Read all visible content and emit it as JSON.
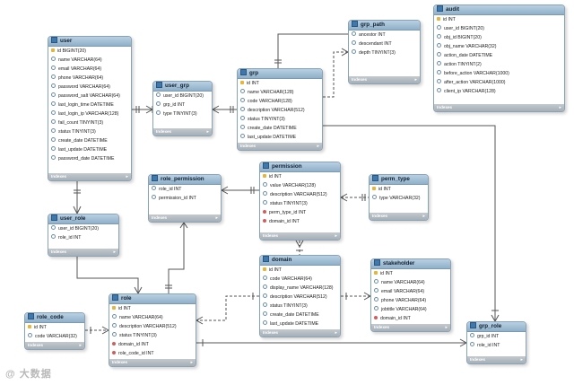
{
  "tables": {
    "user": {
      "name": "user",
      "columns": [
        {
          "k": "pk",
          "t": "id BIGINT(20)"
        },
        {
          "k": "nn",
          "t": "name VARCHAR(64)"
        },
        {
          "k": "nn",
          "t": "email VARCHAR(64)"
        },
        {
          "k": "nn",
          "t": "phone VARCHAR(64)"
        },
        {
          "k": "nn",
          "t": "password VARCHAR(64)"
        },
        {
          "k": "nn",
          "t": "password_salt VARCHAR(64)"
        },
        {
          "k": "nn",
          "t": "last_login_time DATETIME"
        },
        {
          "k": "nn",
          "t": "last_login_ip VARCHAR(128)"
        },
        {
          "k": "nn",
          "t": "fail_count TINYINT(3)"
        },
        {
          "k": "nn",
          "t": "status TINYINT(3)"
        },
        {
          "k": "nn",
          "t": "create_date DATETIME"
        },
        {
          "k": "nn",
          "t": "last_update DATETIME"
        },
        {
          "k": "nn",
          "t": "password_date DATETIME"
        }
      ],
      "footer": "Indexes"
    },
    "user_grp": {
      "name": "user_grp",
      "columns": [
        {
          "k": "nn",
          "t": "user_id BIGINT(20)"
        },
        {
          "k": "nn",
          "t": "grp_id INT"
        },
        {
          "k": "nn",
          "t": "type TINYINT(3)"
        }
      ],
      "footer": "Indexes"
    },
    "grp": {
      "name": "grp",
      "columns": [
        {
          "k": "pk",
          "t": "id INT"
        },
        {
          "k": "nn",
          "t": "name VARCHAR(128)"
        },
        {
          "k": "nn",
          "t": "code VARCHAR(128)"
        },
        {
          "k": "nn",
          "t": "description VARCHAR(512)"
        },
        {
          "k": "nn",
          "t": "status TINYINT(3)"
        },
        {
          "k": "nn",
          "t": "create_date DATETIME"
        },
        {
          "k": "nn",
          "t": "last_update DATETIME"
        }
      ],
      "footer": "Indexes"
    },
    "grp_path": {
      "name": "grp_path",
      "columns": [
        {
          "k": "nn",
          "t": "ancestor INT"
        },
        {
          "k": "nn",
          "t": "descendant INT"
        },
        {
          "k": "nn",
          "t": "depth TINYINT(3)"
        }
      ],
      "footer": "Indexes"
    },
    "audit": {
      "name": "audit",
      "columns": [
        {
          "k": "pk",
          "t": "id INT"
        },
        {
          "k": "nn",
          "t": "user_id BIGINT(20)"
        },
        {
          "k": "nn",
          "t": "obj_id BIGINT(20)"
        },
        {
          "k": "nn",
          "t": "obj_name VARCHAR(32)"
        },
        {
          "k": "nn",
          "t": "action_date DATETIME"
        },
        {
          "k": "nn",
          "t": "action TINYINT(2)"
        },
        {
          "k": "nn",
          "t": "before_action VARCHAR(1000)"
        },
        {
          "k": "nn",
          "t": "after_action VARCHAR(1000)"
        },
        {
          "k": "nn",
          "t": "client_ip VARCHAR(128)"
        }
      ],
      "footer": "Indexes"
    },
    "role_permission": {
      "name": "role_permission",
      "columns": [
        {
          "k": "nn",
          "t": "role_id INT"
        },
        {
          "k": "nn",
          "t": "permission_id INT"
        }
      ],
      "footer": "Indexes"
    },
    "permission": {
      "name": "permission",
      "columns": [
        {
          "k": "pk",
          "t": "id INT"
        },
        {
          "k": "nn",
          "t": "value VARCHAR(128)"
        },
        {
          "k": "nn",
          "t": "description VARCHAR(512)"
        },
        {
          "k": "nn",
          "t": "status TINYINT(3)"
        },
        {
          "k": "fk",
          "t": "perm_type_id INT"
        },
        {
          "k": "fk",
          "t": "domain_id INT"
        }
      ],
      "footer": "Indexes"
    },
    "perm_type": {
      "name": "perm_type",
      "columns": [
        {
          "k": "pk",
          "t": "id INT"
        },
        {
          "k": "nn",
          "t": "type VARCHAR(32)"
        }
      ],
      "footer": "Indexes"
    },
    "user_role": {
      "name": "user_role",
      "columns": [
        {
          "k": "nn",
          "t": "user_id BIGINT(20)"
        },
        {
          "k": "nn",
          "t": "role_id INT"
        }
      ],
      "footer": "Indexes"
    },
    "domain": {
      "name": "domain",
      "columns": [
        {
          "k": "pk",
          "t": "id INT"
        },
        {
          "k": "nn",
          "t": "code VARCHAR(64)"
        },
        {
          "k": "nn",
          "t": "display_name VARCHAR(128)"
        },
        {
          "k": "nn",
          "t": "description VARCHAR(512)"
        },
        {
          "k": "nn",
          "t": "status TINYINT(3)"
        },
        {
          "k": "nn",
          "t": "create_date DATETIME"
        },
        {
          "k": "nn",
          "t": "last_update DATETIME"
        }
      ],
      "footer": "Indexes"
    },
    "stakeholder": {
      "name": "stakeholder",
      "columns": [
        {
          "k": "pk",
          "t": "id INT"
        },
        {
          "k": "nn",
          "t": "name VARCHAR(64)"
        },
        {
          "k": "nn",
          "t": "email VARCHAR(64)"
        },
        {
          "k": "nn",
          "t": "phone VARCHAR(64)"
        },
        {
          "k": "nn",
          "t": "jobtitle VARCHAR(64)"
        },
        {
          "k": "fk",
          "t": "domain_id INT"
        }
      ],
      "footer": "Indexes"
    },
    "role": {
      "name": "role",
      "columns": [
        {
          "k": "pk",
          "t": "id INT"
        },
        {
          "k": "nn",
          "t": "name VARCHAR(64)"
        },
        {
          "k": "nn",
          "t": "description VARCHAR(512)"
        },
        {
          "k": "nn",
          "t": "status TINYINT(3)"
        },
        {
          "k": "fk",
          "t": "domain_id INT"
        },
        {
          "k": "fk",
          "t": "role_code_id INT"
        }
      ],
      "footer": "Indexes"
    },
    "role_code": {
      "name": "role_code",
      "columns": [
        {
          "k": "pk",
          "t": "id INT"
        },
        {
          "k": "nn",
          "t": "code VARCHAR(32)"
        }
      ],
      "footer": "Indexes"
    },
    "grp_role": {
      "name": "grp_role",
      "columns": [
        {
          "k": "nn",
          "t": "grp_id INT"
        },
        {
          "k": "nn",
          "t": "role_id INT"
        }
      ],
      "footer": "Indexes"
    }
  },
  "watermark": "@ 大数据",
  "colors": {
    "header": "#a4c0d6",
    "border": "#8aa2b6",
    "footer": "#b3bbc2",
    "primary_key": "#e7b53b",
    "foreign_key": "#d35b5b",
    "link": "#555555"
  }
}
